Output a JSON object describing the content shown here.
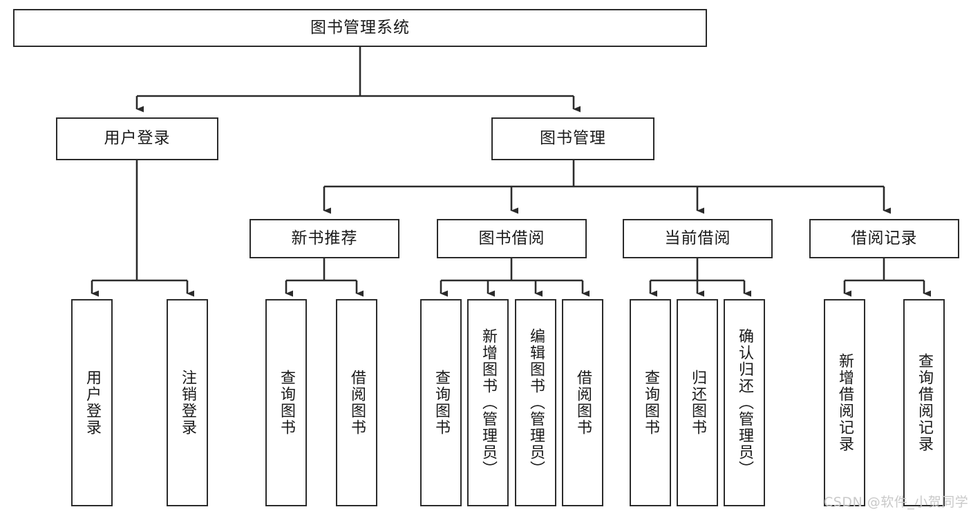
{
  "diagram": {
    "title": "图书管理系统",
    "watermark": "CSDN @软件_小贺同学",
    "colors": {
      "box_border": "#2b2b2b",
      "box_fill": "#ffffff",
      "edge": "#2b2b2b",
      "text": "#1a1a1a",
      "watermark": "#c9c9c9",
      "background": "#ffffff"
    },
    "root": {
      "label": "图书管理系统"
    },
    "level2": [
      {
        "label": "用户登录"
      },
      {
        "label": "图书管理"
      }
    ],
    "level3": [
      {
        "label": "新书推荐"
      },
      {
        "label": "图书借阅"
      },
      {
        "label": "当前借阅"
      },
      {
        "label": "借阅记录"
      }
    ],
    "leaves": {
      "user_login": [
        {
          "label": "用户登录"
        },
        {
          "label": "注销登录"
        }
      ],
      "new_book": [
        {
          "label": "查询图书"
        },
        {
          "label": "借阅图书"
        }
      ],
      "book_borrow": [
        {
          "label": "查询图书"
        },
        {
          "label": "新增图书（管理员）"
        },
        {
          "label": "编辑图书（管理员）"
        },
        {
          "label": "借阅图书"
        }
      ],
      "current_borrow": [
        {
          "label": "查询图书"
        },
        {
          "label": "归还图书"
        },
        {
          "label": "确认归还（管理员）"
        }
      ],
      "borrow_record": [
        {
          "label": "新增借阅记录"
        },
        {
          "label": "查询借阅记录"
        }
      ]
    }
  }
}
